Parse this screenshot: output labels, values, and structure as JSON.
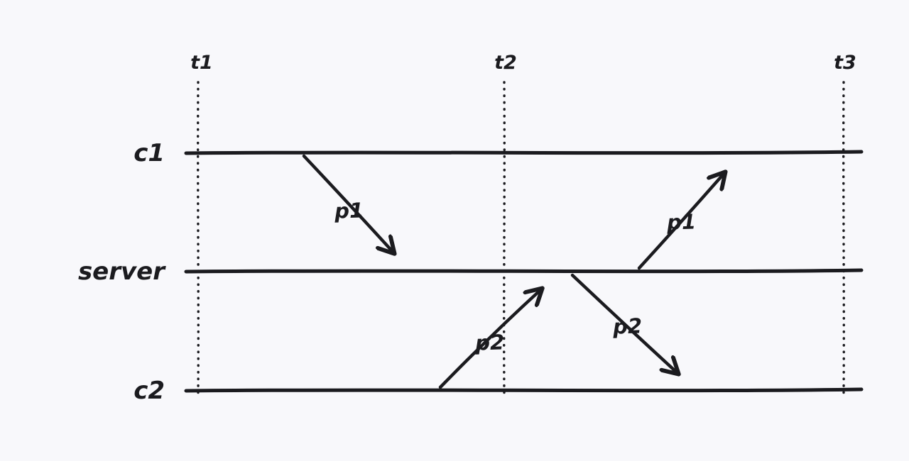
{
  "diagram": {
    "lanes": [
      {
        "label": "c1"
      },
      {
        "label": "server"
      },
      {
        "label": "c2"
      }
    ],
    "time_markers": [
      {
        "label": "t1"
      },
      {
        "label": "t2"
      },
      {
        "label": "t3"
      }
    ],
    "messages": [
      {
        "label": "p1",
        "from": "c1",
        "to": "server"
      },
      {
        "label": "p2",
        "from": "c2",
        "to": "server"
      },
      {
        "label": "p2",
        "from": "server",
        "to": "c2"
      },
      {
        "label": "p1",
        "from": "server",
        "to": "c1"
      }
    ],
    "colors": {
      "background": "#f8f8fb",
      "ink": "#1b1b1f"
    }
  }
}
